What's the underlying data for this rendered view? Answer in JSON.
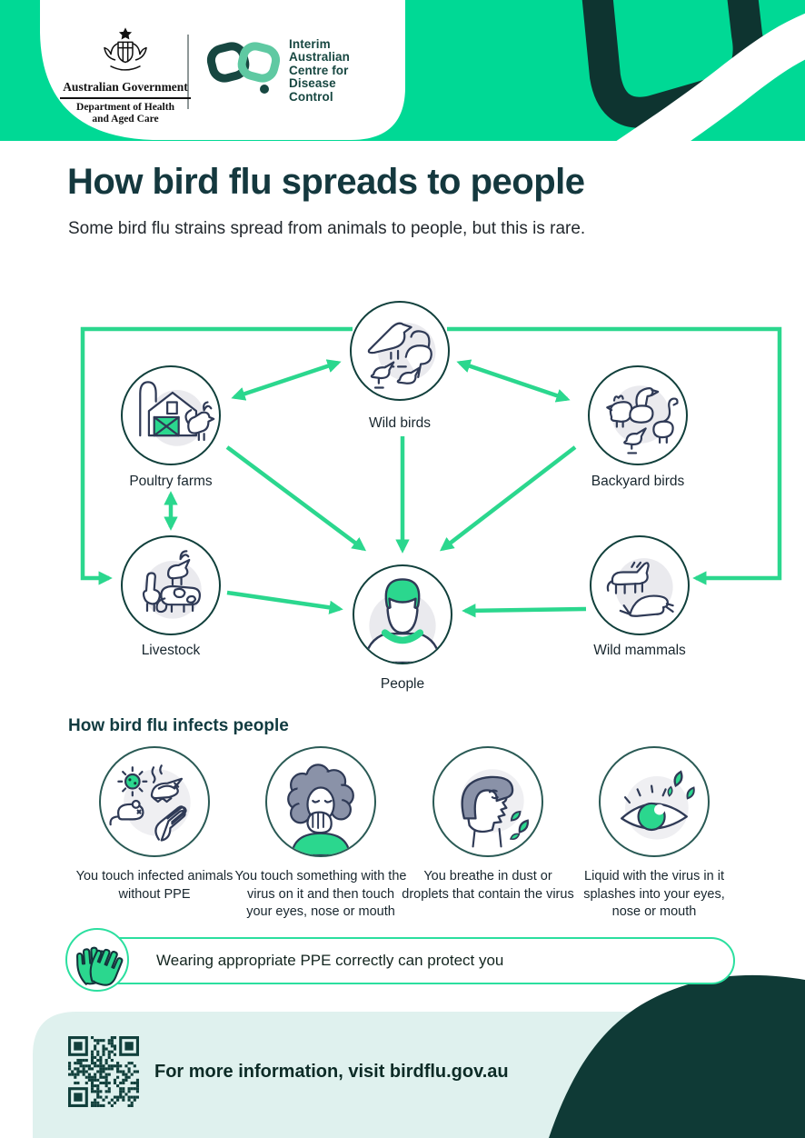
{
  "header": {
    "gov_logo": {
      "line1": "Australian Government",
      "line2": "Department of Health\nand Aged Care"
    },
    "cdc_logo": {
      "name": "Interim\nAustralian\nCentre for\nDisease\nControl"
    }
  },
  "title": "How bird flu spreads to people",
  "subtitle": "Some bird flu strains spread from animals to people, but this is rare.",
  "diagram": {
    "nodes": [
      {
        "id": "wild-birds",
        "label": "Wild birds"
      },
      {
        "id": "poultry-farms",
        "label": "Poultry farms"
      },
      {
        "id": "backyard-birds",
        "label": "Backyard birds"
      },
      {
        "id": "livestock",
        "label": "Livestock"
      },
      {
        "id": "people",
        "label": "People"
      },
      {
        "id": "wild-mammals",
        "label": "Wild mammals"
      }
    ],
    "edges": [
      {
        "from": "Wild birds",
        "to": "Poultry farms",
        "type": "two-way"
      },
      {
        "from": "Wild birds",
        "to": "Backyard birds",
        "type": "two-way"
      },
      {
        "from": "Wild birds",
        "to": "Livestock",
        "type": "one-way"
      },
      {
        "from": "Wild birds",
        "to": "Wild mammals",
        "type": "one-way"
      },
      {
        "from": "Wild birds",
        "to": "People",
        "type": "one-way"
      },
      {
        "from": "Poultry farms",
        "to": "Livestock",
        "type": "two-way"
      },
      {
        "from": "Poultry farms",
        "to": "People",
        "type": "one-way"
      },
      {
        "from": "Backyard birds",
        "to": "People",
        "type": "one-way"
      },
      {
        "from": "Livestock",
        "to": "People",
        "type": "one-way"
      },
      {
        "from": "Wild mammals",
        "to": "People",
        "type": "one-way"
      }
    ]
  },
  "infection_section": {
    "heading": "How bird flu infects people",
    "items": [
      {
        "icon": "touch-infected-animals-icon",
        "caption": "You touch infected animals\nwithout PPE"
      },
      {
        "icon": "touch-face-icon",
        "caption": "You touch something with the\nvirus on it and then touch\nyour eyes, nose or mouth"
      },
      {
        "icon": "breathe-droplets-icon",
        "caption": "You breathe in dust or\ndroplets that contain the virus"
      },
      {
        "icon": "eye-splash-icon",
        "caption": "Liquid with the virus in it\nsplashes into your eyes,\nnose or mouth"
      }
    ]
  },
  "ppe_banner": {
    "icon": "gloves-icon",
    "text": "Wearing appropriate PPE correctly can protect you"
  },
  "footer": {
    "text": "For more information, visit birdflu.gov.au"
  },
  "colors": {
    "brand_green": "#00D995",
    "arrow_green": "#2BD78E",
    "dark_teal": "#0F3B37",
    "heading_teal": "#14383E",
    "footer_bg": "#DFF1EE",
    "hair_gray": "#8A92A8",
    "line_navy": "#2F3A56"
  }
}
